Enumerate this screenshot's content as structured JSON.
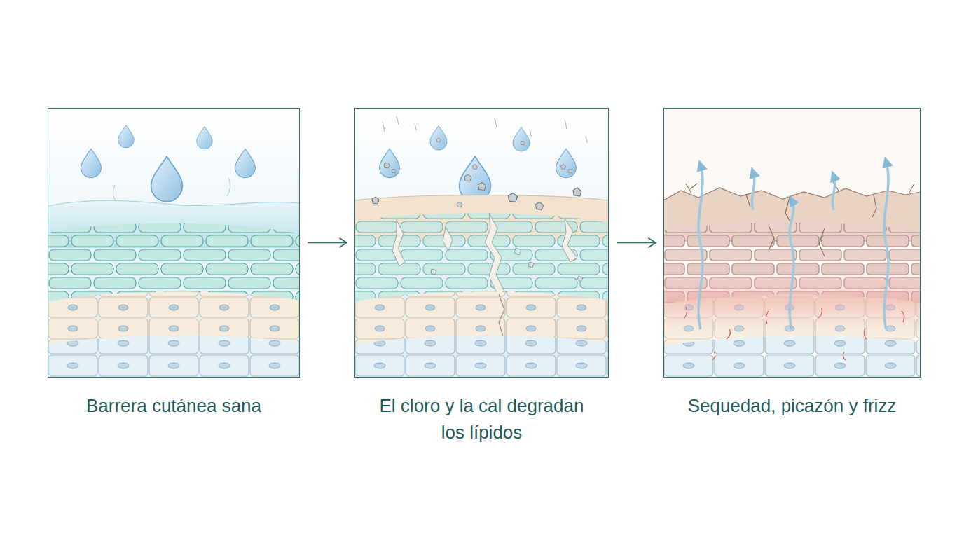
{
  "diagram": {
    "nodes": [
      {
        "text": [
          "Barrera cutánea sana"
        ]
      },
      {
        "text": [
          "El cloro y la cal degradan los lípidos"
        ]
      },
      {
        "text": [
          "Sequedad, picazón y frizz"
        ]
      }
    ],
    "edges": [
      {
        "from": 0,
        "to": 1,
        "arrow": "to"
      },
      {
        "from": 1,
        "to": 2,
        "arrow": "to"
      }
    ]
  }
}
